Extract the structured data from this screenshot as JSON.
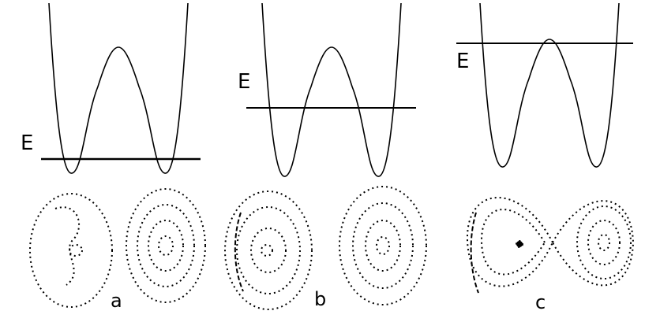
{
  "figure": {
    "panels": [
      {
        "panel_label": "a",
        "energy_label": "E",
        "energy_level": "below_barrier"
      },
      {
        "panel_label": "b",
        "energy_label": "E",
        "energy_level": "mid_barrier"
      },
      {
        "panel_label": "c",
        "energy_label": "E",
        "energy_level": "above_barrier"
      }
    ],
    "colors": {
      "ink": "#000000",
      "background": "#ffffff"
    }
  }
}
